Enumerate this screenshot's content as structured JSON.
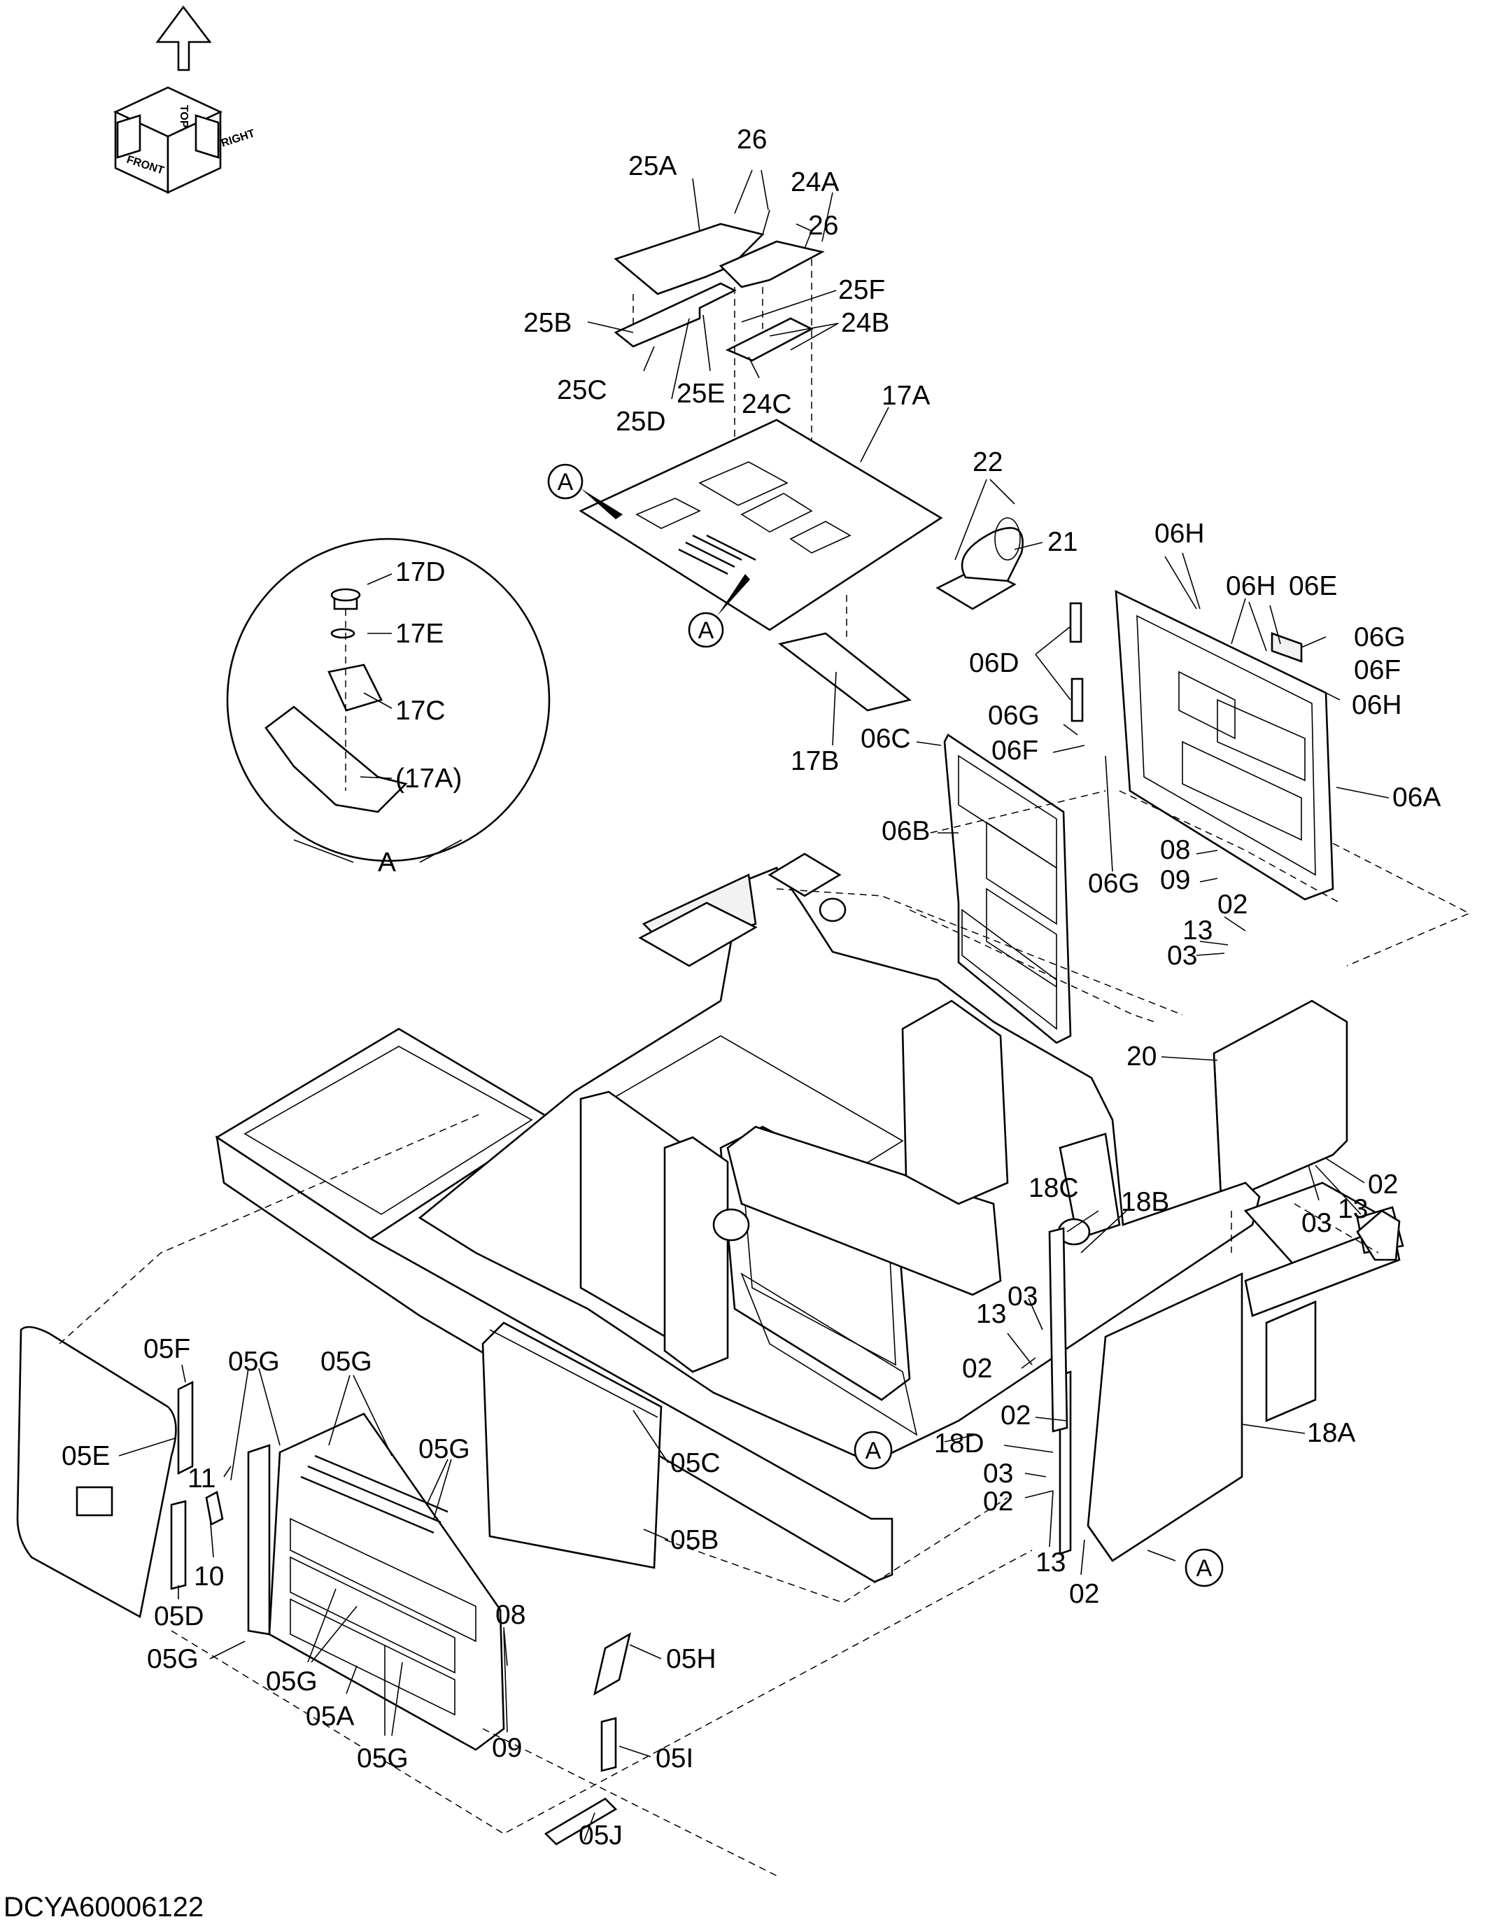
{
  "drawing_code": "DCYA60006122",
  "orientation_compass": {
    "front": "FRONT",
    "top": "TOP",
    "right": "RIGHT"
  },
  "detail_view": {
    "title": "A",
    "parts": [
      "17D",
      "17E",
      "17C",
      "(17A)"
    ]
  },
  "view_callouts": [
    "A",
    "A",
    "A",
    "A"
  ],
  "part_labels": {
    "p26a": "26",
    "p25A": "25A",
    "p24A": "24A",
    "p26b": "26",
    "p25B": "25B",
    "p25F": "25F",
    "p24B": "24B",
    "p25C": "25C",
    "p25E": "25E",
    "p24C": "24C",
    "p25D": "25D",
    "p17A": "17A",
    "p22": "22",
    "p21": "21",
    "p06H_a": "06H",
    "p06H_b": "06H",
    "p06E": "06E",
    "p06G_a": "06G",
    "p06F_a": "06F",
    "p06H_c": "06H",
    "p06D": "06D",
    "p06G_b": "06G",
    "p06F_b": "06F",
    "p06C": "06C",
    "p17B": "17B",
    "p06A": "06A",
    "p06B": "06B",
    "p08a": "08",
    "p06G_c": "06G",
    "p09a": "09",
    "p02a": "02",
    "p13a": "13",
    "p03a": "03",
    "p20": "20",
    "p02b": "02",
    "p03b": "03",
    "p13b": "13",
    "p18C": "18C",
    "p18B": "18B",
    "p13c": "13",
    "p03c": "03",
    "p02c": "02",
    "p02d": "02",
    "p18D": "18D",
    "p18A": "18A",
    "p03d": "03",
    "p02e": "02",
    "p13d": "13",
    "p02f": "02",
    "p05F": "05F",
    "p05G_a": "05G",
    "p05G_b": "05G",
    "p05G_c": "05G",
    "p05E": "05E",
    "p05C": "05C",
    "p11": "11",
    "p05B": "05B",
    "p10": "10",
    "p05D": "05D",
    "p08b": "08",
    "p05H": "05H",
    "p05G_d": "05G",
    "p05G_e": "05G",
    "p05A": "05A",
    "p09b": "09",
    "p05G_f": "05G",
    "p05I": "05I",
    "p05J": "05J"
  }
}
